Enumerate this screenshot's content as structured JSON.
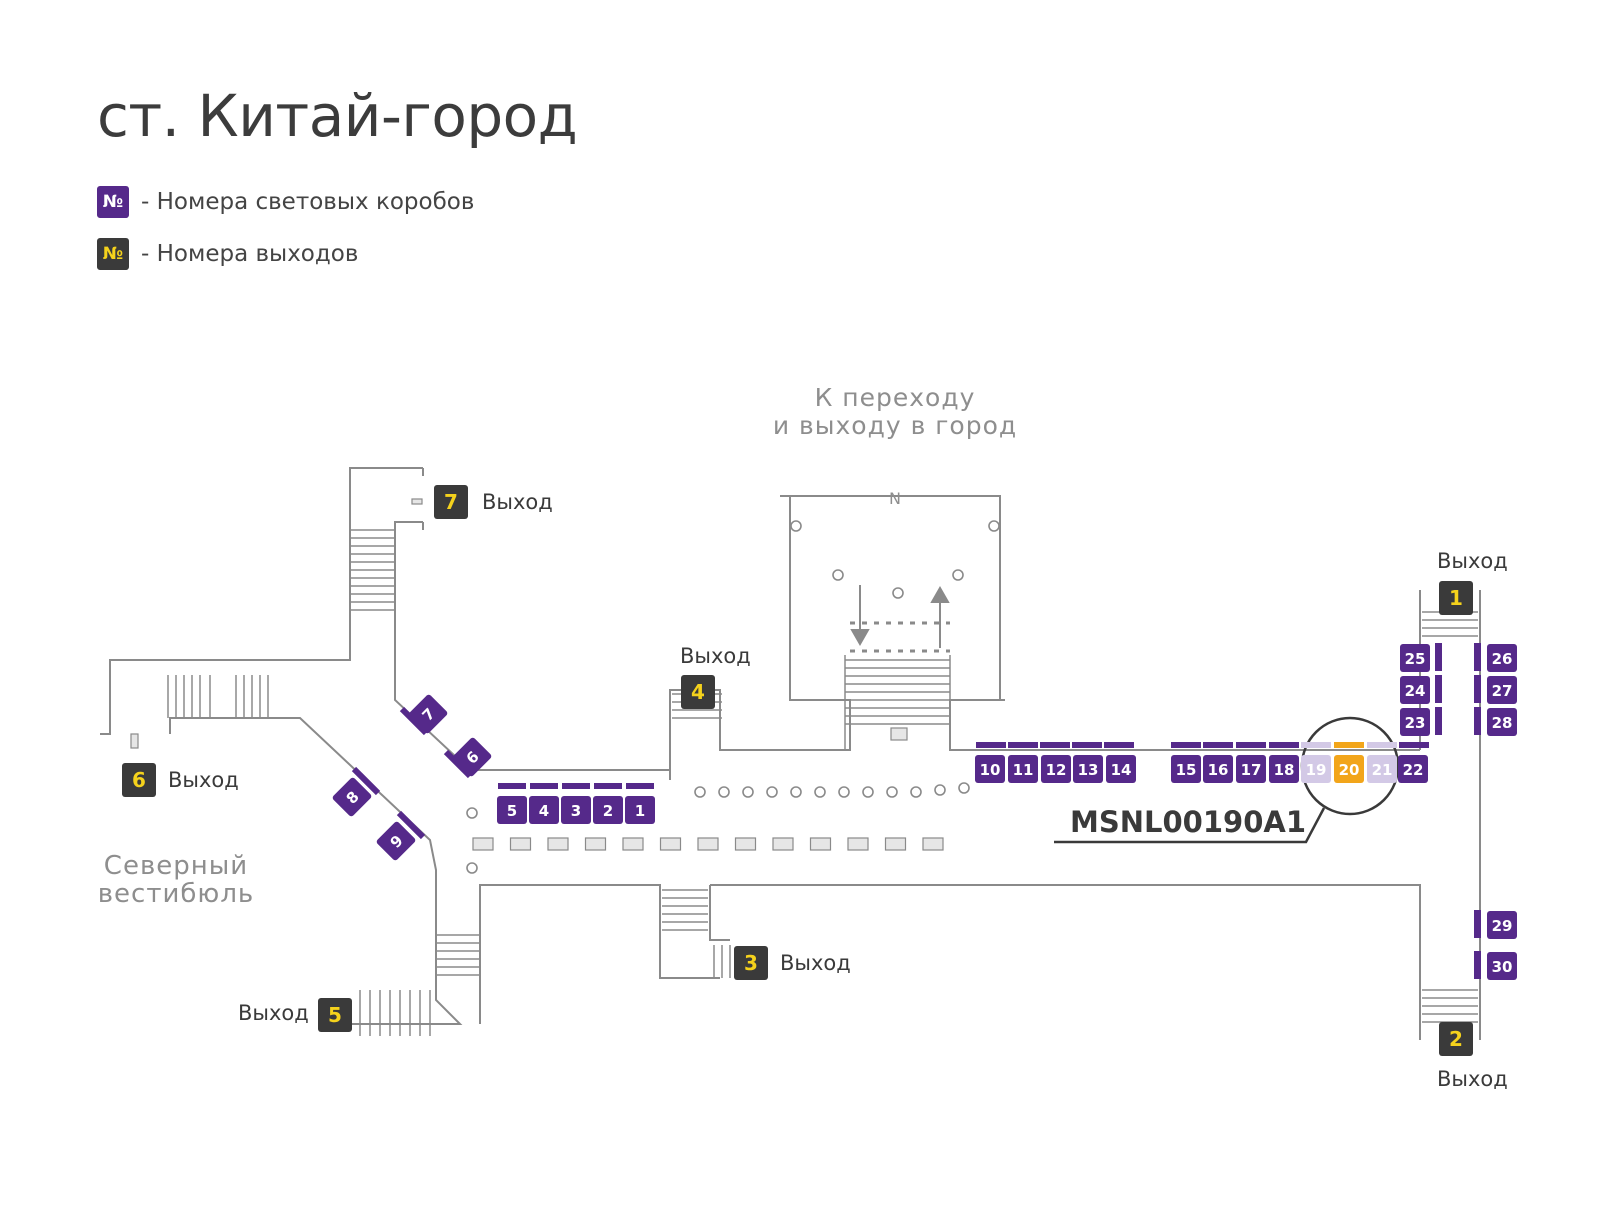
{
  "title": "ст. Китай-город",
  "legend": [
    {
      "symbol": "№",
      "text": "- Номера световых коробов",
      "color": "#55298a",
      "symbol_color": "#ffffff"
    },
    {
      "symbol": "№",
      "text": "- Номера выходов",
      "color": "#3a3a3a",
      "symbol_color": "#f5d21c"
    }
  ],
  "colors": {
    "lightbox": "#55298a",
    "lightbox_faded": "#d3c9e6",
    "highlight": "#f2a51a",
    "exit_box": "#3a3a3a",
    "exit_number": "#f5d21c",
    "walls": "#8a8a8a"
  },
  "area_labels": {
    "transfer_line1": "К переходу",
    "transfer_line2": "и выходу в город",
    "north_line1": "Северный",
    "north_line2": "вестибюль",
    "north_marker": "N"
  },
  "exit_word": "Выход",
  "exits": [
    "1",
    "2",
    "3",
    "4",
    "5",
    "6",
    "7"
  ],
  "lightboxes": [
    "1",
    "2",
    "3",
    "4",
    "5",
    "6",
    "7",
    "8",
    "9",
    "10",
    "11",
    "12",
    "13",
    "14",
    "15",
    "16",
    "17",
    "18",
    "19",
    "20",
    "21",
    "22",
    "23",
    "24",
    "25",
    "26",
    "27",
    "28",
    "29",
    "30"
  ],
  "highlighted_lightbox": "20",
  "faded_lightboxes": [
    "19",
    "21"
  ],
  "callout_code": "MSNL00190A1"
}
